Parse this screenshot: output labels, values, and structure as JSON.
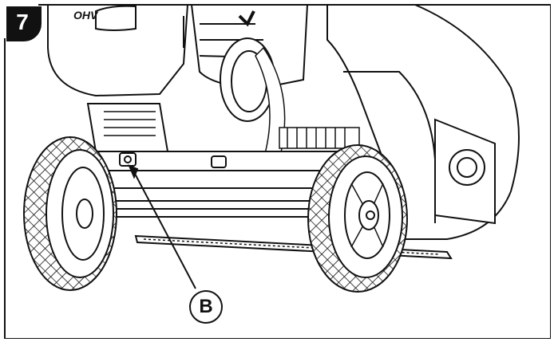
{
  "figure": {
    "step_number": "7",
    "callout_label": "B",
    "engine_cover_text": "OHV"
  },
  "colors": {
    "line": "#111111",
    "background": "#ffffff",
    "badge": "#111111"
  }
}
